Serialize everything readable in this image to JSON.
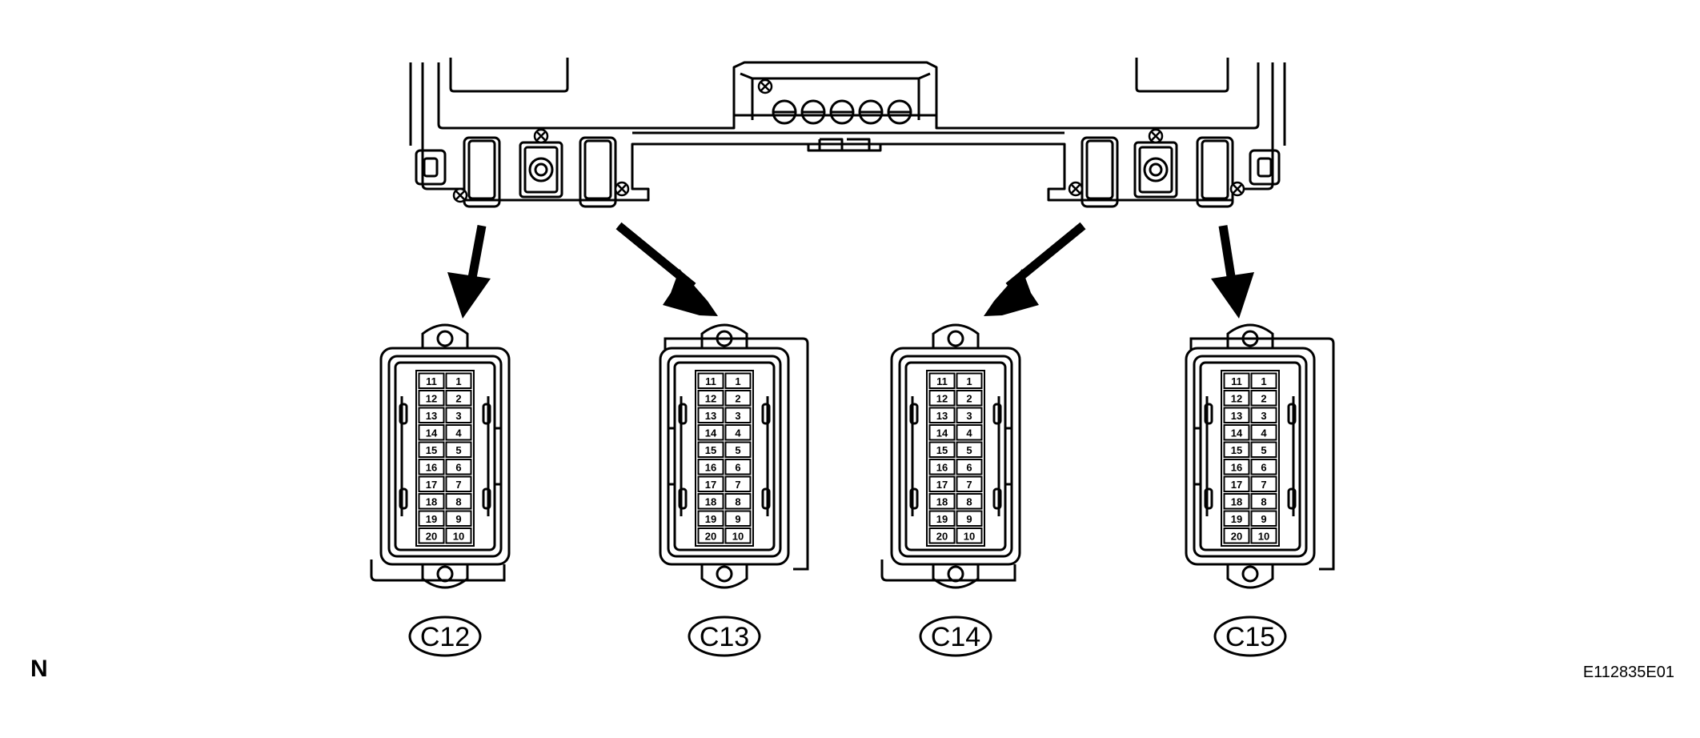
{
  "figure_id": "E112835E01",
  "corner_mark": "N",
  "connectors": [
    {
      "label": "C12",
      "pins_left": [
        "11",
        "12",
        "13",
        "14",
        "15",
        "16",
        "17",
        "18",
        "19",
        "20"
      ],
      "pins_right": [
        "1",
        "2",
        "3",
        "4",
        "5",
        "6",
        "7",
        "8",
        "9",
        "10"
      ]
    },
    {
      "label": "C13",
      "pins_left": [
        "11",
        "12",
        "13",
        "14",
        "15",
        "16",
        "17",
        "18",
        "19",
        "20"
      ],
      "pins_right": [
        "1",
        "2",
        "3",
        "4",
        "5",
        "6",
        "7",
        "8",
        "9",
        "10"
      ]
    },
    {
      "label": "C14",
      "pins_left": [
        "11",
        "12",
        "13",
        "14",
        "15",
        "16",
        "17",
        "18",
        "19",
        "20"
      ],
      "pins_right": [
        "1",
        "2",
        "3",
        "4",
        "5",
        "6",
        "7",
        "8",
        "9",
        "10"
      ]
    },
    {
      "label": "C15",
      "pins_left": [
        "11",
        "12",
        "13",
        "14",
        "15",
        "16",
        "17",
        "18",
        "19",
        "20"
      ],
      "pins_right": [
        "1",
        "2",
        "3",
        "4",
        "5",
        "6",
        "7",
        "8",
        "9",
        "10"
      ]
    }
  ]
}
